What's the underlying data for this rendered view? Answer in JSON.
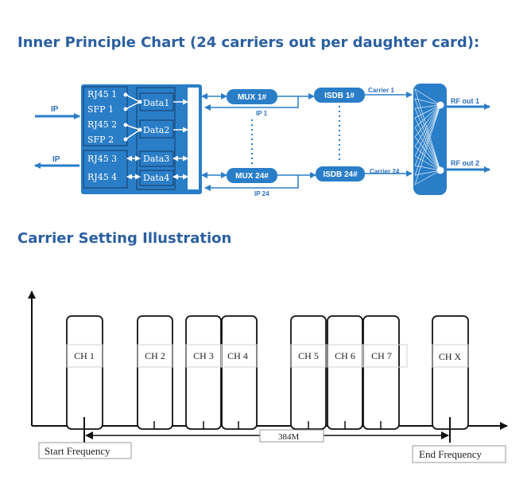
{
  "headings": {
    "principle": "Inner Principle Chart (24 carriers out per daughter card):",
    "carrier": "Carrier Setting Illustration"
  },
  "colors": {
    "block": "#2a7ec8",
    "heading": "#2a5fa0",
    "label": "#2a6fba"
  },
  "principle": {
    "ip_in": "IP",
    "ip_out": "IP",
    "ports": [
      "RJ45 1",
      "SFP 1",
      "RJ45 2",
      "SFP 2",
      "RJ45 3",
      "RJ45 4"
    ],
    "data": [
      "Data1",
      "Data2",
      "Data3",
      "Data4"
    ],
    "mux": [
      "MUX 1#",
      "MUX 24#"
    ],
    "ip_labels": [
      "IP 1",
      "IP 24"
    ],
    "isdb": [
      "ISDB 1#",
      "ISDB 24#"
    ],
    "carriers": [
      "Carrier 1",
      "Carrier 24"
    ],
    "rf_out": [
      "RF out 1",
      "RF out 2"
    ]
  },
  "carrier": {
    "channels": [
      "CH 1",
      "CH 2",
      "CH 3",
      "CH 4",
      "CH 5",
      "CH 6",
      "CH 7",
      "CH X"
    ],
    "bandwidth": "384M",
    "start": "Start Frequency",
    "end": "End Frequency"
  }
}
